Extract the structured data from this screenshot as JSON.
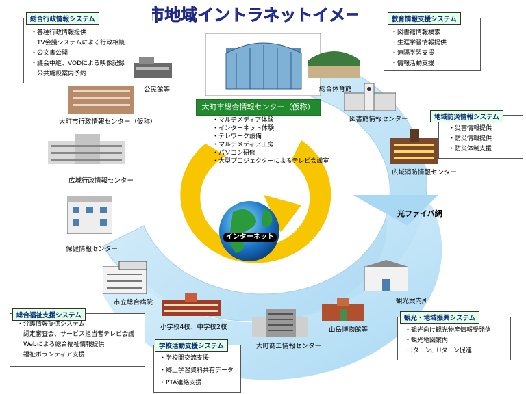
{
  "title": "大町市地域イントラネットイメージ図",
  "center": {
    "name": "大町市総合情報センター（仮称）",
    "items": [
      "・マルチメディア体験",
      "・インターネット体験",
      "・テレワーク設備",
      "・マルチメディア工房",
      "・パソコン研修",
      "・大型プロジェクターによるテレビ会議室"
    ]
  },
  "network_label": "光ファイバ網",
  "internet_label": "インターネット",
  "panels": {
    "admin": {
      "title": "総合行政情報システム",
      "items": [
        "・各種行政情報提供",
        "・TV会議システムによる行政相談",
        "・公文書公開",
        "・議会中継、VODによる映像記録",
        "・公共施設案内予約"
      ]
    },
    "education": {
      "title": "教育情報支援システム",
      "items": [
        "・図書館情報検索",
        "・生涯学習情報提供",
        "・遠隔学習支援",
        "・情報活動支援"
      ]
    },
    "disaster": {
      "title": "地域防災情報システム",
      "items": [
        "・災害情報提供",
        "・防災情報提供",
        "・防災体制支援"
      ]
    },
    "welfare": {
      "title": "総合福祉支援システム",
      "items": [
        "・介護情報提供システム",
        "　認定審査会、サービス担当者テレビ会議",
        "　Webによる総合福祉情報提供",
        "　福祉ボランティア支援"
      ]
    },
    "school": {
      "title": "学校活動支援システム",
      "items": [
        "・学校間交流支援",
        "・郷土学習資料共有データ",
        "・PTA連絡支援"
      ]
    },
    "tourism": {
      "title": "観光・地域振興システム",
      "items": [
        "・観光向け観光物産情報受発信",
        "・観光地図案内",
        "・Iターン、Uターン促進"
      ]
    }
  },
  "facilities": {
    "kominkan": "公民館等",
    "sogo_taiikukan": "総合体育館",
    "shiyakusho": "大町市行政情報センター（仮称）",
    "toshokan": "図書館情報センター",
    "koiki_gyosei": "広域行政情報センター",
    "koiki_shobo": "広域消防情報センター",
    "hoken": "保健情報センター",
    "byoin": "市立総合病院",
    "gakko": "小学校4校、中学校2校",
    "shoko": "大町商工情報センター",
    "hakubutsukan": "山岳博物館等",
    "kanko": "観光案内所"
  },
  "colors": {
    "ring": "#bfe3f7",
    "ring_edge": "#9ccbea",
    "inner_arrow": "#f7c600",
    "header_bg": "#e3ffe8",
    "header_text": "#0b2a80",
    "center_bg": "#1f8a2e"
  }
}
